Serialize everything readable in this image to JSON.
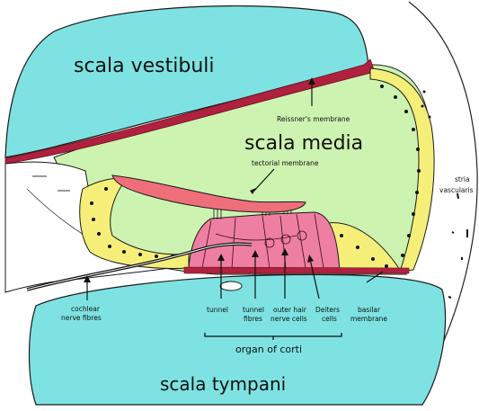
{
  "regions": {
    "scala_vestibuli": "scala vestibuli",
    "scala_media": "scala media",
    "scala_tympani": "scala tympani"
  },
  "labels": {
    "reissners_membrane": "Reissner's membrane",
    "tectorial_membrane": "tectorial membrane",
    "stria_vascularis": [
      "stria",
      "vascularis"
    ],
    "cochlear_nerve_fibres": [
      "cochlear",
      "nerve fibres"
    ],
    "tunnel": "tunnel",
    "tunnel_fibres": [
      "tunnel",
      "fibres"
    ],
    "outer_hair_nerve_cells": [
      "outer hair",
      "nerve cells"
    ],
    "deiters_cells": [
      "Deiters",
      "cells"
    ],
    "basilar_membrane": [
      "basilar",
      "membrane"
    ],
    "organ_of_corti": "organ of corti"
  },
  "colors": {
    "fluid_cyan": "#7ee2e2",
    "media_green": "#cdf3b0",
    "membrane_red": "#b0213f",
    "tectorial_pink": "#ee6f7a",
    "organ_pink": "#ee7fa2",
    "cell_yellow": "#f5ef7a",
    "outline": "#1a1a1a"
  }
}
